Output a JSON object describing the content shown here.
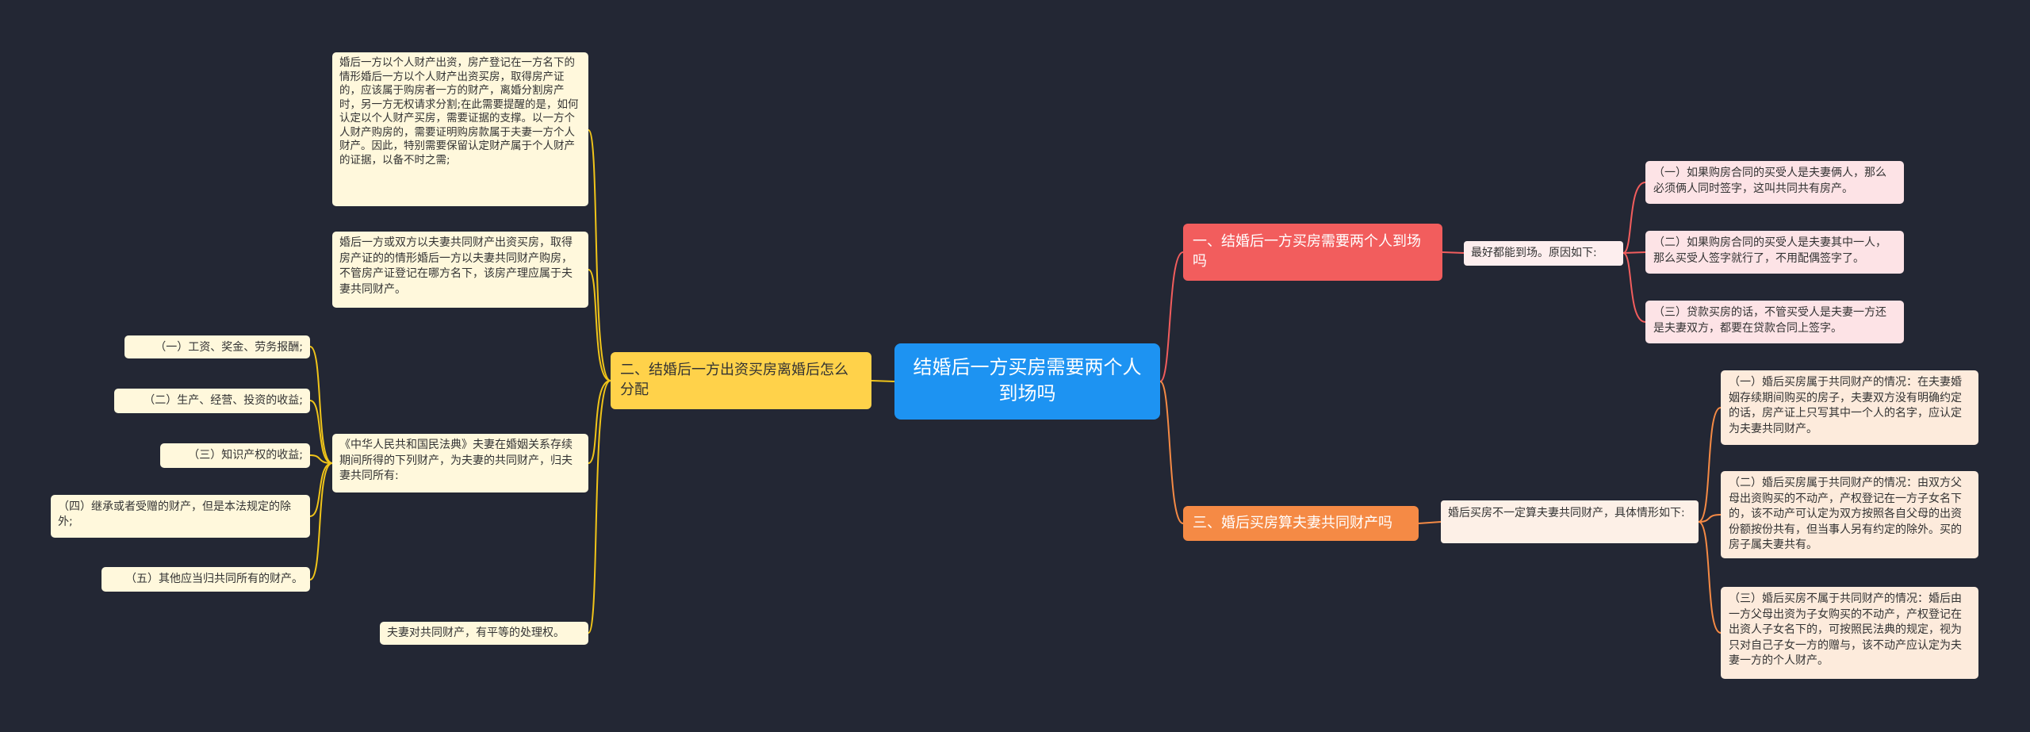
{
  "root": {
    "label": "结婚后一方买房需要两个人到场吗"
  },
  "branch1": {
    "label": "一、结婚后一方买房需要两个人到场吗",
    "mid": "最好都能到场。原因如下:",
    "leaves": [
      "（一）如果购房合同的买受人是夫妻俩人，那么必须俩人同时签字，这叫共同共有房产。",
      "（二）如果购房合同的买受人是夫妻其中一人，那么买受人签字就行了，不用配偶签字了。",
      "（三）贷款买房的话，不管买受人是夫妻一方还是夫妻双方，都要在贷款合同上签字。"
    ]
  },
  "branch2": {
    "label": "二、结婚后一方出资买房离婚后怎么分配",
    "leaves": [
      "婚后一方以个人财产出资，房产登记在一方名下的情形婚后一方以个人财产出资买房，取得房产证的，应该属于购房者一方的财产，离婚分割房产时，另一方无权请求分割;在此需要提醒的是，如何认定以个人财产买房，需要证据的支撑。以一方个人财产购房的，需要证明购房款属于夫妻一方个人财产。因此，特别需要保留认定财产属于个人财产的证据，以备不时之需;",
      "婚后一方或双方以夫妻共同财产出资买房，取得房产证的的情形婚后一方以夫妻共同财产购房，不管房产证登记在哪方名下，该房产理应属于夫妻共同财产。",
      "《中华人民共和国民法典》夫妻在婚姻关系存续期间所得的下列财产，为夫妻的共同财产，归夫妻共同所有:",
      "夫妻对共同财产，有平等的处理权。"
    ],
    "sub_items": [
      "（一）工资、奖金、劳务报酬;",
      "（二）生产、经营、投资的收益;",
      "（三）知识产权的收益;",
      "（四）继承或者受赠的财产，但是本法规定的除外;",
      "（五）其他应当归共同所有的财产。"
    ]
  },
  "branch3": {
    "label": "三、婚后买房算夫妻共同财产吗",
    "mid": "婚后买房不一定算夫妻共同财产，具体情形如下:",
    "leaves": [
      "（一）婚后买房属于共同财产的情况：在夫妻婚姻存续期间购买的房子，夫妻双方没有明确约定的话，房产证上只写其中一个人的名字，应认定为夫妻共同财产。",
      "（二）婚后买房属于共同财产的情况：由双方父母出资购买的不动产，产权登记在一方子女名下的，该不动产可认定为双方按照各自父母的出资份额按份共有，但当事人另有约定的除外。买的房子属夫妻共有。",
      "（三）婚后买房不属于共同财产的情况：婚后由一方父母出资为子女购买的不动产，产权登记在出资人子女名下的，可按照民法典的规定，视为只对自己子女一方的赠与，该不动产应认定为夫妻一方的个人财产。"
    ]
  },
  "colors": {
    "background": "#232734",
    "root": "#1d93f2",
    "branch_red": "#f25d5d",
    "branch_yellow": "#ffd24a",
    "branch_orange": "#f58a45",
    "line_red": "#f25d5d",
    "line_yellow": "#f0c419",
    "line_orange": "#f58a45"
  }
}
